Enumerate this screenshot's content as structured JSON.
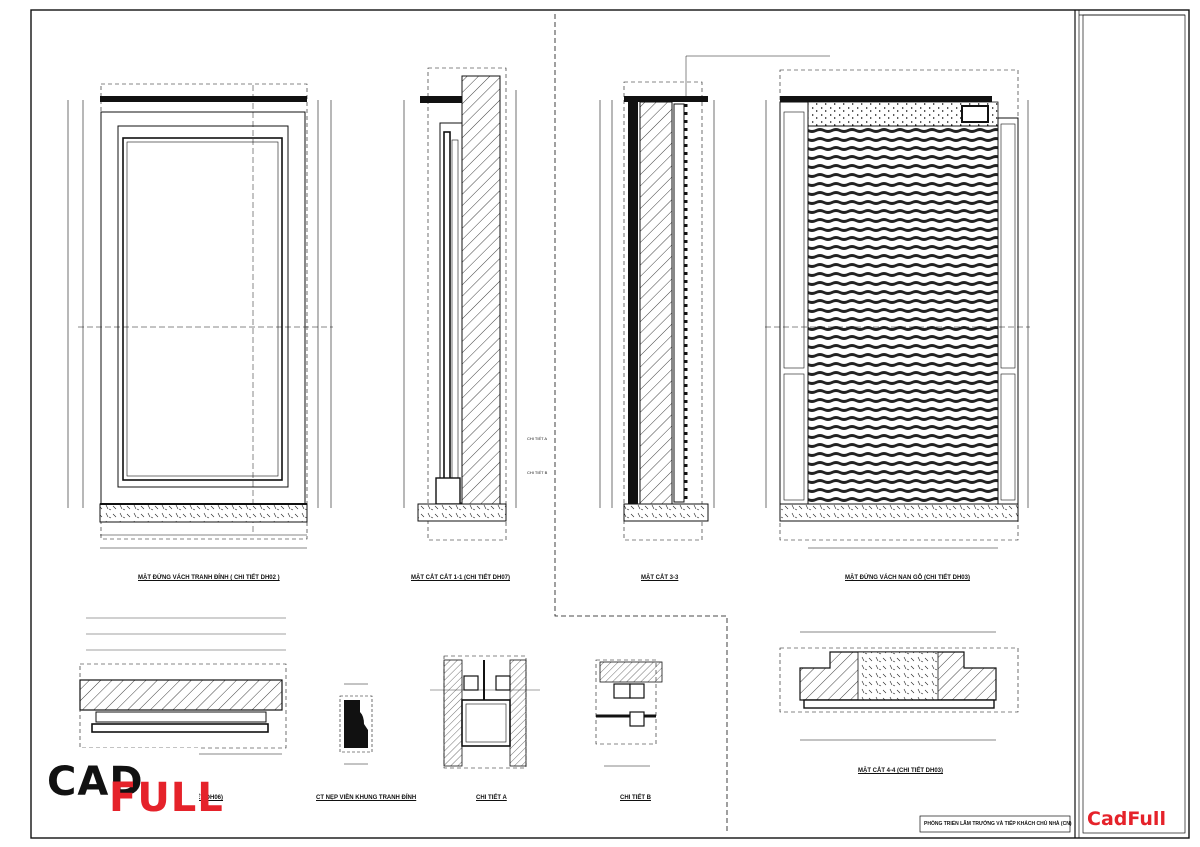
{
  "drawing": {
    "views": [
      {
        "id": "elevation-panel",
        "caption": "MẶT ĐỨNG VÁCH TRANH ĐÍNH ( CHI TIẾT DH02 )"
      },
      {
        "id": "section-1-1",
        "caption": "MẶT CẮT CẮT 1-1 (CHI TIẾT DH07)"
      },
      {
        "id": "section-3-3",
        "caption": "MẶT CẮT 3-3"
      },
      {
        "id": "elevation-wood",
        "caption": "MẶT ĐỨNG VÁCH NAN GỖ (CHI TIẾT DH03)"
      },
      {
        "id": "section-2-2",
        "caption": "MẶT CẮT 2-2 (CHI TIẾT DH06)"
      },
      {
        "id": "molding-detail",
        "caption": "CT NẸP VIỀN KHUNG TRANH ĐÍNH"
      },
      {
        "id": "detail-a",
        "caption": "CHI TIẾT A"
      },
      {
        "id": "detail-b",
        "caption": "CHI TIẾT B"
      },
      {
        "id": "section-4-4",
        "caption": "MẶT CẮT 4-4 (CHI TIẾT DH03)"
      }
    ],
    "title_block_text": "PHÒNG TRIỂN LÃM TRƯỚNG VÀ TIẾP KHÁCH CHỦ NHÀ (CN)",
    "callouts": {
      "detail_a": "CHI TIẾT A",
      "detail_b": "CHI TIẾT B"
    }
  },
  "branding": {
    "logo_cad": "CAD",
    "logo_full": "FULL",
    "watermark": "CadFull",
    "accent_color": "#e5222a"
  }
}
